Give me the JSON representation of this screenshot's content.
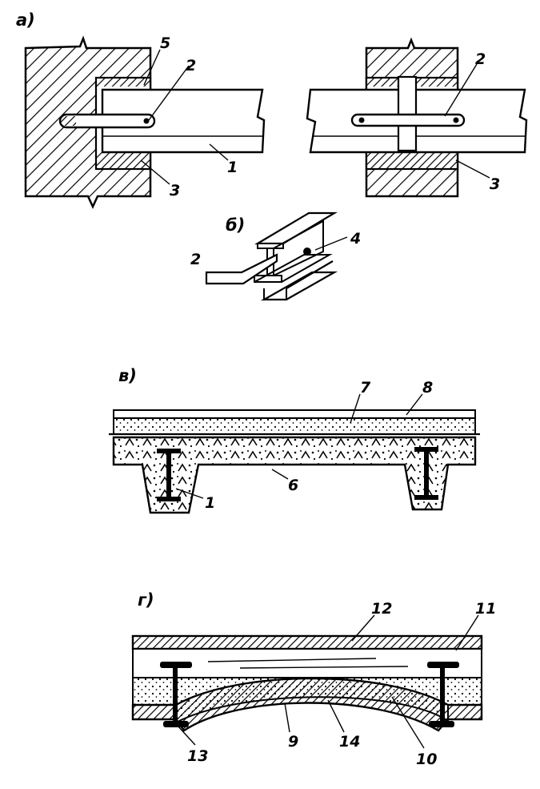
{
  "panels": [
    {
      "id": "a",
      "label": "а)"
    },
    {
      "id": "b",
      "label": "б)"
    },
    {
      "id": "v",
      "label": "в)"
    },
    {
      "id": "g",
      "label": "г)"
    }
  ],
  "callouts": {
    "a_left": [
      "5",
      "2",
      "1",
      "3"
    ],
    "a_right": [
      "2",
      "3"
    ],
    "b": [
      "2",
      "4"
    ],
    "v": [
      "7",
      "8",
      "6",
      "1"
    ],
    "g": [
      "12",
      "11",
      "13",
      "9",
      "14",
      "10"
    ]
  }
}
